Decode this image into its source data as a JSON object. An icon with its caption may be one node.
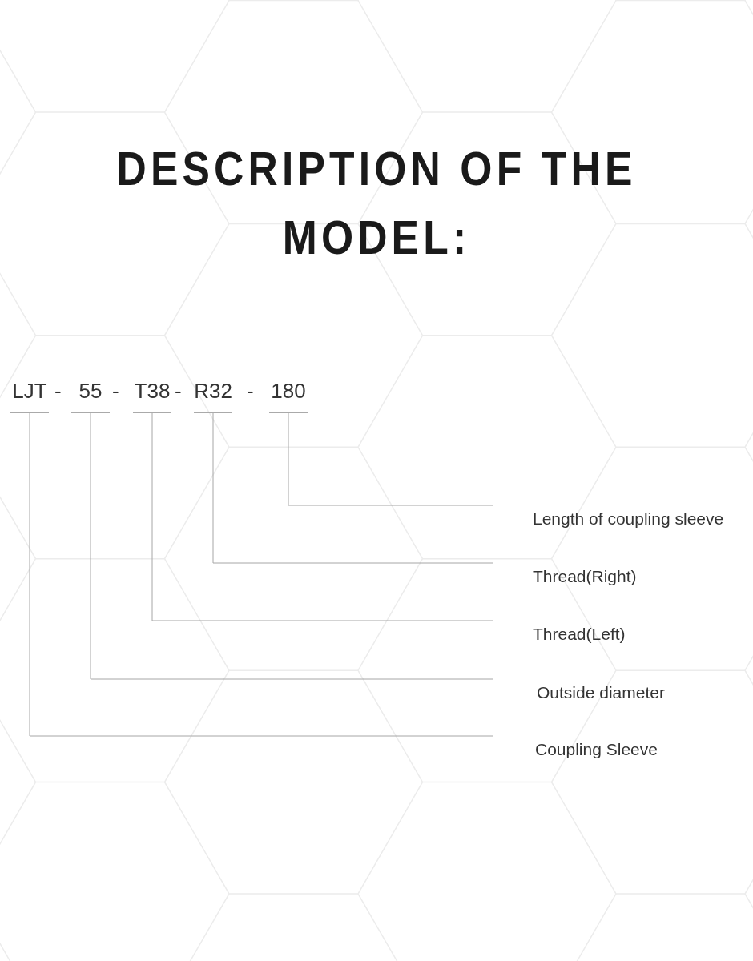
{
  "diagram": {
    "title": "DESCRIPTION OF THE MODEL:",
    "nodes": [
      {
        "text": [
          "LJT"
        ]
      },
      {
        "text": [
          "55"
        ]
      },
      {
        "text": [
          "T38"
        ]
      },
      {
        "text": [
          "R32"
        ]
      },
      {
        "text": [
          "180"
        ]
      },
      {
        "text": [
          "Length of coupling sleeve"
        ]
      },
      {
        "text": [
          "Thread(Right)"
        ]
      },
      {
        "text": [
          "Thread(Left)"
        ]
      },
      {
        "text": [
          "Outside diameter"
        ]
      },
      {
        "text": [
          "Coupling Sleeve"
        ]
      }
    ],
    "edges": [
      {
        "from": 4,
        "to": 5,
        "arrow": "none"
      },
      {
        "from": 3,
        "to": 6,
        "arrow": "none"
      },
      {
        "from": 2,
        "to": 7,
        "arrow": "none"
      },
      {
        "from": 1,
        "to": 8,
        "arrow": "none"
      },
      {
        "from": 0,
        "to": 9,
        "arrow": "none"
      }
    ],
    "labels": [
      "-",
      "-",
      "-",
      "-"
    ]
  }
}
